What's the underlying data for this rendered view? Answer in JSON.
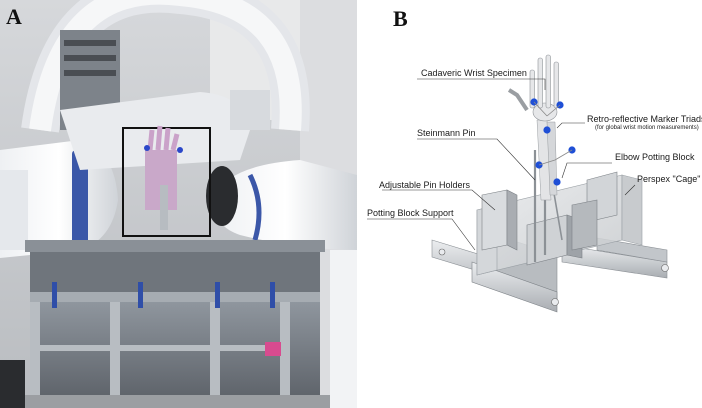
{
  "figure": {
    "panel_a_letter": "A",
    "panel_b_letter": "B",
    "labels": {
      "specimen": "Cadaveric Wrist Specimen",
      "marker_triads": "Retro-reflective Marker Triads",
      "marker_triads_note": "(for global wrist motion measurements)",
      "steinmann_pin": "Steinmann Pin",
      "elbow_block": "Elbow Potting Block",
      "pin_holders": "Adjustable Pin Holders",
      "perspex_cage": "Perspex \"Cage\"",
      "block_support": "Potting Block Support"
    }
  },
  "colors": {
    "arm_blue": "#3b57a8",
    "marker_blue": "#1f4fd6",
    "metal": "#c9ccd0",
    "frame_black": "#111111"
  }
}
